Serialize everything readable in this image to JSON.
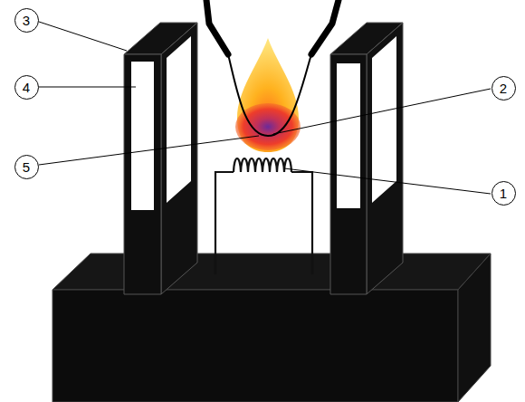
{
  "diagram": {
    "nodes": [
      {
        "text": [
          "3"
        ]
      },
      {
        "text": [
          "4"
        ]
      },
      {
        "text": [
          "5"
        ]
      },
      {
        "text": [
          "2"
        ]
      },
      {
        "text": [
          "1"
        ]
      }
    ]
  }
}
